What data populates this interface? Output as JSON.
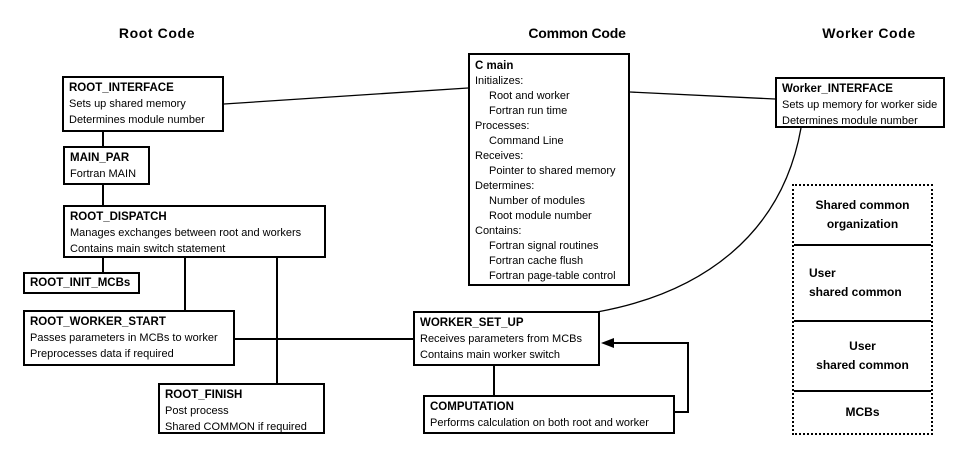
{
  "headings": {
    "root": "Root Code",
    "common": "Common Code",
    "worker": "Worker Code"
  },
  "boxes": {
    "root_interface": {
      "title": "ROOT_INTERFACE",
      "line1": "Sets up shared memory",
      "line2": "Determines module number"
    },
    "main_par": {
      "title": "MAIN_PAR",
      "line1": "Fortran MAIN"
    },
    "root_dispatch": {
      "title": "ROOT_DISPATCH",
      "line1": "Manages exchanges between root and workers",
      "line2": "Contains main switch statement"
    },
    "root_init_mcbs": {
      "title": "ROOT_INIT_MCBs"
    },
    "root_worker_start": {
      "title": "ROOT_WORKER_START",
      "line1": "Passes parameters in MCBs to worker",
      "line2": "Preprocesses data if required"
    },
    "root_finish": {
      "title": "ROOT_FINISH",
      "line1": "Post process",
      "line2": "Shared COMMON if required"
    },
    "c_main": {
      "title": "C main",
      "lines": [
        "Initializes:",
        "Root and worker",
        "Fortran run time",
        "Processes:",
        "Command Line",
        "Receives:",
        "Pointer to shared memory",
        "Determines:",
        "Number of modules",
        "Root module number",
        "Contains:",
        "Fortran signal routines",
        "Fortran cache flush",
        "Fortran page-table control"
      ]
    },
    "worker_interface": {
      "title": "Worker_INTERFACE",
      "line1": "Sets up memory for worker side",
      "line2": "Determines module number"
    },
    "worker_set_up": {
      "title": "WORKER_SET_UP",
      "line1": "Receives parameters from MCBs",
      "line2": "Contains main worker switch"
    },
    "computation": {
      "title": "COMPUTATION",
      "line1": "Performs calculation on both root and worker"
    }
  },
  "shared_common": {
    "section1_line1": "Shared common",
    "section1_line2": "organization",
    "section2_line1": "User",
    "section2_line2": "shared common",
    "section3_line1": "User",
    "section3_line2": "shared common",
    "section4": "MCBs"
  },
  "colors": {
    "line": "#000000",
    "background": "#ffffff"
  }
}
